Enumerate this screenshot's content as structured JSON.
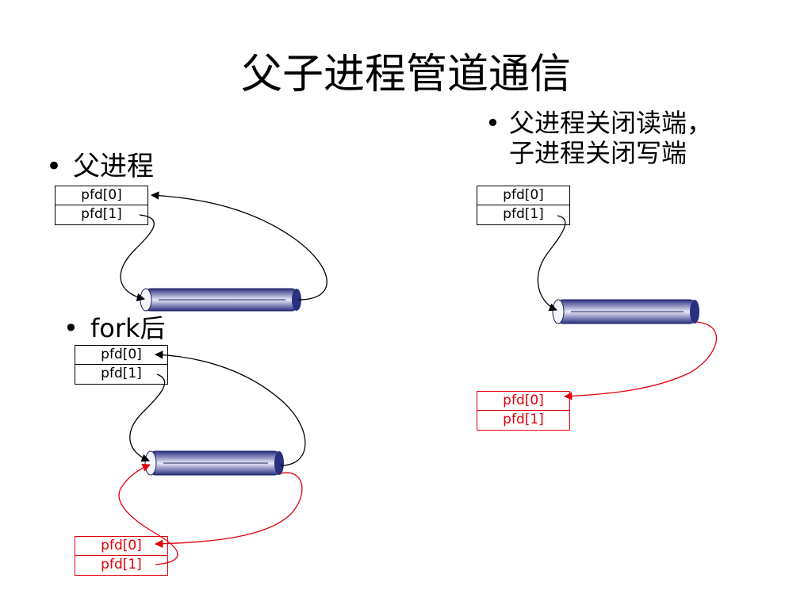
{
  "title": "父子进程管道通信",
  "bullets": {
    "parent": "父进程",
    "fork": "fork后",
    "right_line1": "父进程关闭读端，",
    "right_line2": "子进程关闭写端"
  },
  "bullet_glyph": "•",
  "fd_labels": {
    "read": "pfd[0]",
    "write": "pfd[1]"
  },
  "colors": {
    "text": "#000000",
    "child": "#e0000a",
    "pipe_dark": "#2a2f80",
    "pipe_light": "#e8eaf8"
  }
}
